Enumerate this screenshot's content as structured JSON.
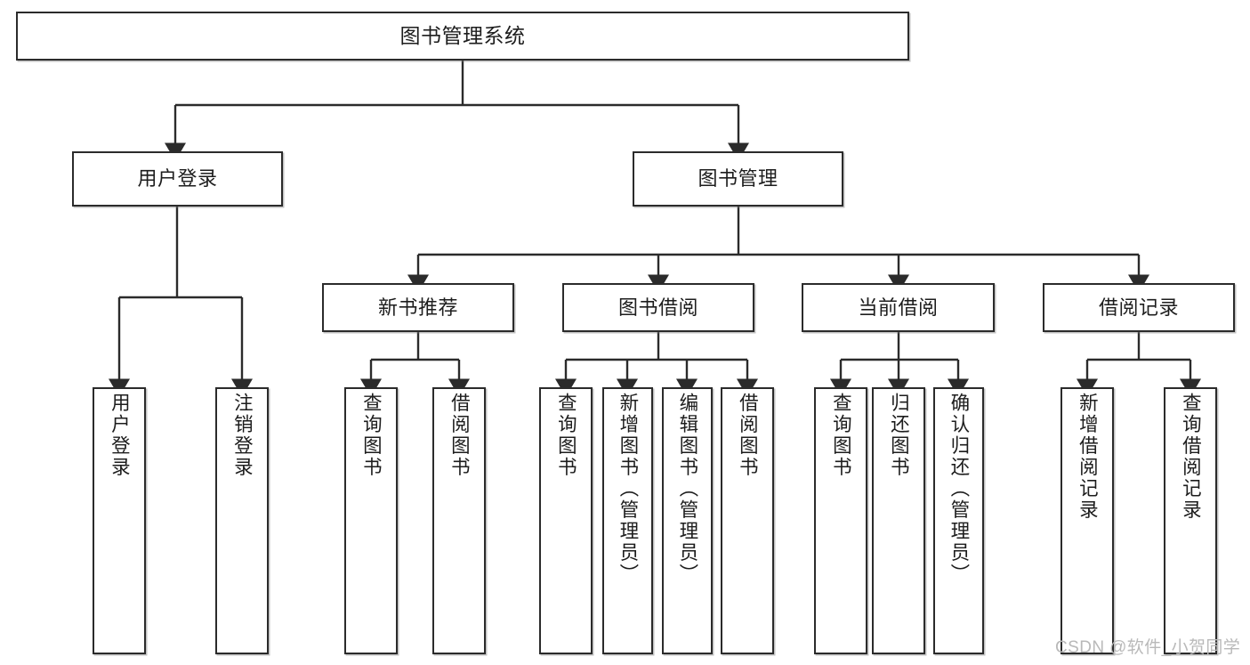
{
  "diagram": {
    "type": "tree-hierarchy",
    "title": "图书管理系统",
    "orientation": "top-down",
    "colors": {
      "box_border": "#2b2b2b",
      "box_fill": "#ffffff",
      "edge": "#2b2b2b",
      "text": "#1d1d1d",
      "watermark": "#b9b9b9",
      "background": "#ffffff"
    }
  },
  "nodes": {
    "root": {
      "label": "图书管理系统"
    },
    "level2": [
      {
        "id": "user-login",
        "label": "用户登录"
      },
      {
        "id": "book-management",
        "label": "图书管理"
      }
    ],
    "level3": [
      {
        "id": "new-book-recommend",
        "label": "新书推荐"
      },
      {
        "id": "book-borrow",
        "label": "图书借阅"
      },
      {
        "id": "current-borrow",
        "label": "当前借阅"
      },
      {
        "id": "borrow-record",
        "label": "借阅记录"
      }
    ],
    "leaves": [
      {
        "id": "leaf-user-login",
        "label": "用户登录",
        "parent": "user-login"
      },
      {
        "id": "leaf-user-logout",
        "label": "注销登录",
        "parent": "user-login"
      },
      {
        "id": "leaf-query-book-1",
        "label": "查询图书",
        "parent": "new-book-recommend"
      },
      {
        "id": "leaf-borrow-book-1",
        "label": "借阅图书",
        "parent": "new-book-recommend"
      },
      {
        "id": "leaf-query-book-2",
        "label": "查询图书",
        "parent": "book-borrow"
      },
      {
        "id": "leaf-add-book",
        "label": "新增图书（管理员）",
        "parent": "book-borrow"
      },
      {
        "id": "leaf-edit-book",
        "label": "编辑图书（管理员）",
        "parent": "book-borrow"
      },
      {
        "id": "leaf-borrow-book-2",
        "label": "借阅图书",
        "parent": "book-borrow"
      },
      {
        "id": "leaf-query-book-3",
        "label": "查询图书",
        "parent": "current-borrow"
      },
      {
        "id": "leaf-return-book",
        "label": "归还图书",
        "parent": "current-borrow"
      },
      {
        "id": "leaf-confirm-return",
        "label": "确认归还（管理员）",
        "parent": "current-borrow"
      },
      {
        "id": "leaf-add-record",
        "label": "新增借阅记录",
        "parent": "borrow-record"
      },
      {
        "id": "leaf-query-record",
        "label": "查询借阅记录",
        "parent": "borrow-record"
      }
    ]
  },
  "watermark": {
    "text": "CSDN @软件_小贺同学"
  }
}
